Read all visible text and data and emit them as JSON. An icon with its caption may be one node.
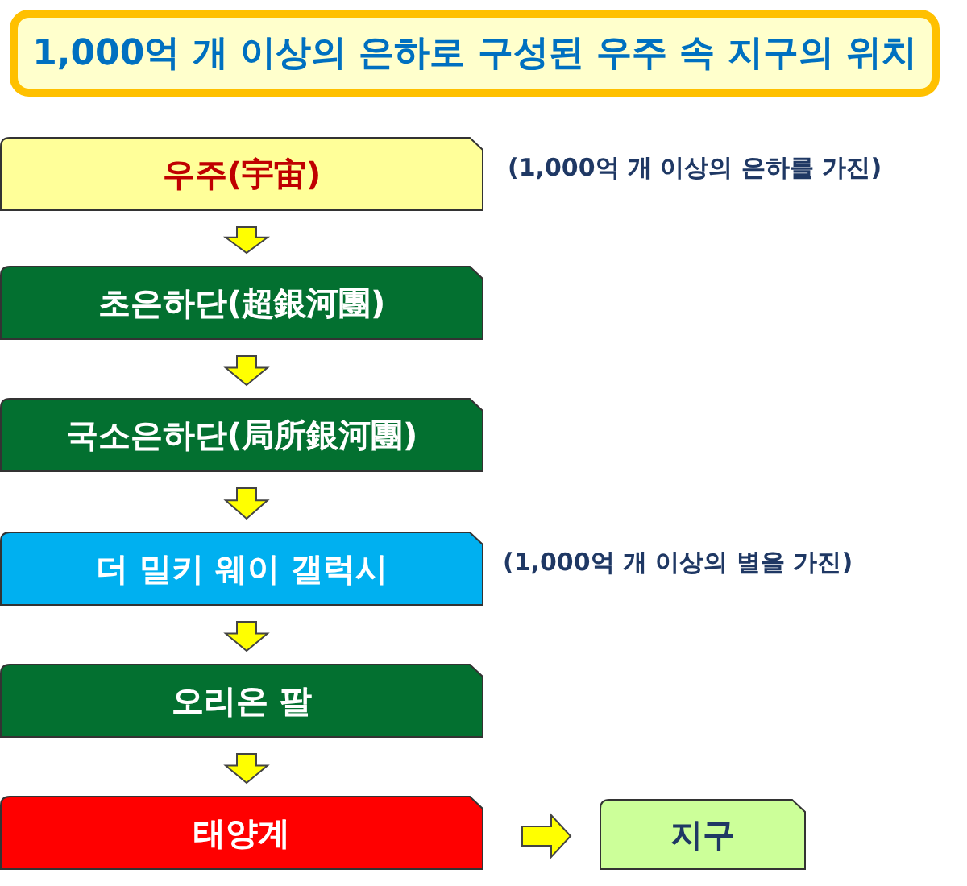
{
  "diagram": {
    "title": "1,000억 개 이상의 은하로 구성된 우주 속 지구의 위치",
    "nodes": [
      {
        "text": [
          "우주(宇宙)"
        ],
        "beside": [
          "(1,000억 개 이상의 은하를 가진)"
        ]
      },
      {
        "text": [
          "초은하단(超銀河團)"
        ]
      },
      {
        "text": [
          "국소은하단(局所銀河團)"
        ]
      },
      {
        "text": [
          "더 밀키 웨이 갤럭시"
        ],
        "beside": [
          "(1,000억 개 이상의 별을 가진)"
        ]
      },
      {
        "text": [
          "오리온 팔"
        ]
      },
      {
        "text": [
          "태양계"
        ]
      },
      {
        "text": [
          "지구"
        ]
      }
    ],
    "edges": [
      {
        "from": 0,
        "to": 1,
        "arrow": "to"
      },
      {
        "from": 1,
        "to": 2,
        "arrow": "to"
      },
      {
        "from": 2,
        "to": 3,
        "arrow": "to"
      },
      {
        "from": 3,
        "to": 4,
        "arrow": "to"
      },
      {
        "from": 4,
        "to": 5,
        "arrow": "to"
      },
      {
        "from": 5,
        "to": 6,
        "arrow": "to"
      }
    ]
  }
}
